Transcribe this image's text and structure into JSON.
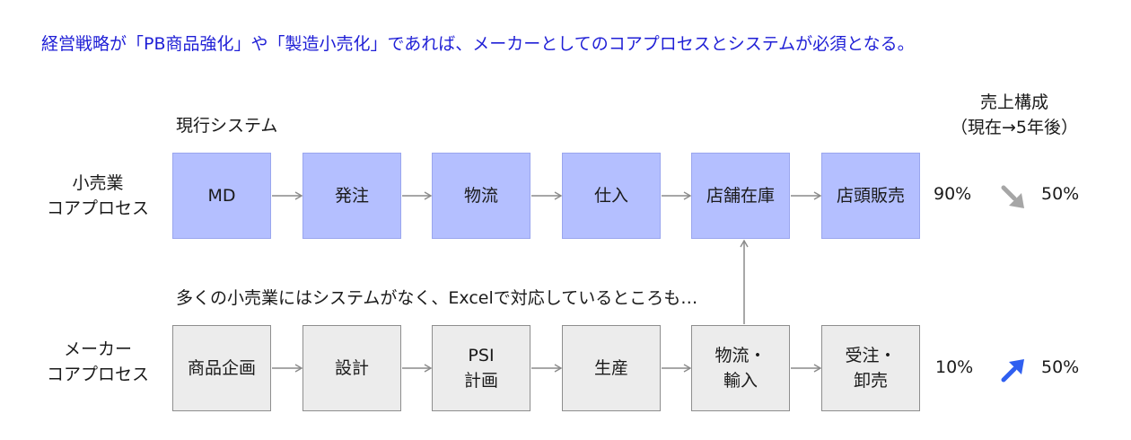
{
  "colors": {
    "title": "#1f1fd6",
    "retail_box": "#b4bfff",
    "maker_box": "#ececec",
    "connector": "#8a8a8a",
    "down_arrow": "#a6a6a6",
    "up_arrow": "#2f5ff0"
  },
  "title": "経営戦略が「PB商品強化」や「製造小売化」であれば、メーカーとしてのコアプロセスとシステムが必須となる。",
  "current_system_label": "現行システム",
  "sales_header": {
    "line1": "売上構成",
    "line2": "（現在→5年後）"
  },
  "retail": {
    "label": "小売業\nコアプロセス",
    "steps": [
      "MD",
      "発注",
      "物流",
      "仕入",
      "店舗在庫",
      "店頭販売"
    ],
    "current": "90%",
    "future": "50%",
    "trend_icon": "arrow-down-right-icon"
  },
  "note": "多くの小売業にはシステムがなく、Excelで対応しているところも…",
  "maker": {
    "label": "メーカー\nコアプロセス",
    "steps": [
      "商品企画",
      "設計",
      "PSI\n計画",
      "生産",
      "物流・\n輸入",
      "受注・\n卸売"
    ],
    "current": "10%",
    "future": "50%",
    "trend_icon": "arrow-up-right-icon"
  }
}
